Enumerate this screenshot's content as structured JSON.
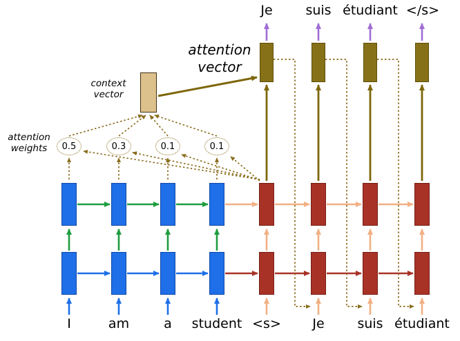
{
  "top_words": [
    "Je",
    "suis",
    "étudiant",
    "</s>"
  ],
  "bottom_words": [
    "I",
    "am",
    "a",
    "student",
    "<s>",
    "Je",
    "suis",
    "étudiant"
  ],
  "attention_weights": [
    "0.5",
    "0.3",
    "0.1",
    "0.1"
  ],
  "labels": {
    "attention_vector": [
      "attention",
      "vector"
    ],
    "context_vector": [
      "context",
      "vector"
    ],
    "attention_weights": [
      "attention",
      "weights"
    ]
  },
  "colors": {
    "encoder_cell": "#1e6fe8",
    "decoder_cell": "#a93226",
    "attention_vector_cell": "#877118",
    "context_vector_cell": "#ddc18c",
    "arrow_blue": "#1e6fe8",
    "arrow_green": "#1f9d3f",
    "arrow_red": "#a93226",
    "arrow_peach": "#f2b084",
    "arrow_olive": "#7d6608",
    "arrow_purple": "#a06cd5",
    "dotted_attention": "#8a6d1e"
  }
}
